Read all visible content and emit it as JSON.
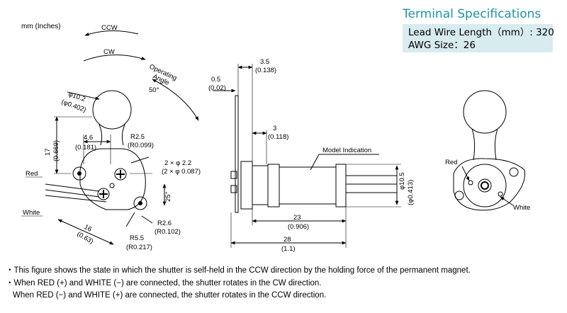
{
  "units_label": "mm (Inches)",
  "spec": {
    "title": "Terminal Specifications",
    "lead_wire_length": "Lead Wire Length（mm）: 320",
    "awg_size": "AWG Size：26"
  },
  "front_view": {
    "ccw": "CCW",
    "cw": "CW",
    "operating_angle_1": "Operating",
    "operating_angle_2": "Angle",
    "angle_value": "50°",
    "dia_mm": "φ10.2",
    "dia_in": "(φ0.402)",
    "w_mm": "4.6",
    "w_in": "(0.181)",
    "r25_mm": "R2.5",
    "r25_in": "(R0.099)",
    "h_mm": "17",
    "h_in": "(0.669)",
    "holes_mm": "2 × φ 2.2",
    "holes_in": "(2 × φ 0.087)",
    "red": "Red",
    "white": "White",
    "ang25": "25°",
    "r26_mm": "R2.6",
    "r26_in": "(R0.102)",
    "l16_mm": "16",
    "l16_in": "(0.63)",
    "r55_mm": "R5.5",
    "r55_in": "(R0.217)"
  },
  "side_view": {
    "d05_mm": "0.5",
    "d05_in": "(0.02)",
    "d35_mm": "3.5",
    "d35_in": "(0.138)",
    "d3_mm": "3",
    "d3_in": "(0.118)",
    "model": "Model Indication",
    "d105_mm": "φ10.5",
    "d105_in": "(φ0.413)",
    "d23_mm": "23",
    "d23_in": "(0.906)",
    "d28_mm": "28",
    "d28_in": "(1.1)"
  },
  "rear_view": {
    "red": "Red",
    "white": "White"
  },
  "notes": [
    "・This figure shows the state in which the shutter is self-held in the CCW direction by the holding force of the permanent magnet.",
    "・When RED (+) and WHITE (−) are connected, the shutter rotates in the CW direction.",
    "  When RED (−) and WHITE (+) are connected, the shutter rotates in the CCW direction."
  ]
}
